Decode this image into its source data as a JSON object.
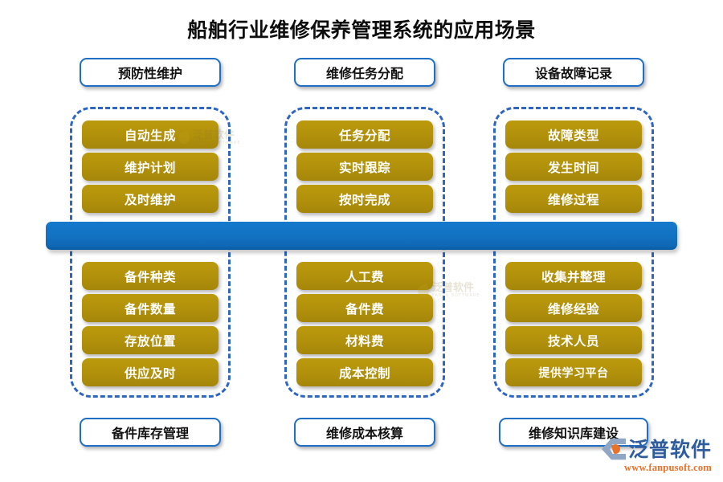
{
  "page": {
    "title": "船舶行业维修保养管理系统的应用场景",
    "accent_blue": "#1F6FC4",
    "band_blue": "#1272C4",
    "item_gold": "#B1900B",
    "dashed_blue": "#2F66C4"
  },
  "columns": [
    {
      "header": "预防性维护",
      "footer": "备件库存管理",
      "upper_items": [
        "自动生成",
        "维护计划",
        "及时维护"
      ],
      "lower_items": [
        "备件种类",
        "备件数量",
        "存放位置",
        "供应及时"
      ]
    },
    {
      "header": "维修任务分配",
      "footer": "维修成本核算",
      "upper_items": [
        "任务分配",
        "实时跟踪",
        "按时完成"
      ],
      "lower_items": [
        "人工费",
        "备件费",
        "材料费",
        "成本控制"
      ]
    },
    {
      "header": "设备故障记录",
      "footer": "维修知识库建设",
      "upper_items": [
        "故障类型",
        "发生时间",
        "维修过程"
      ],
      "lower_items": [
        "收集并整理",
        "维修经验",
        "技术人员",
        "提供学习平台"
      ]
    }
  ],
  "watermark": {
    "text": "泛普软件",
    "sub": "FANPU SOFTWARE"
  },
  "brand": {
    "name": "泛普软件",
    "url": "www.fanpusoft.com"
  }
}
